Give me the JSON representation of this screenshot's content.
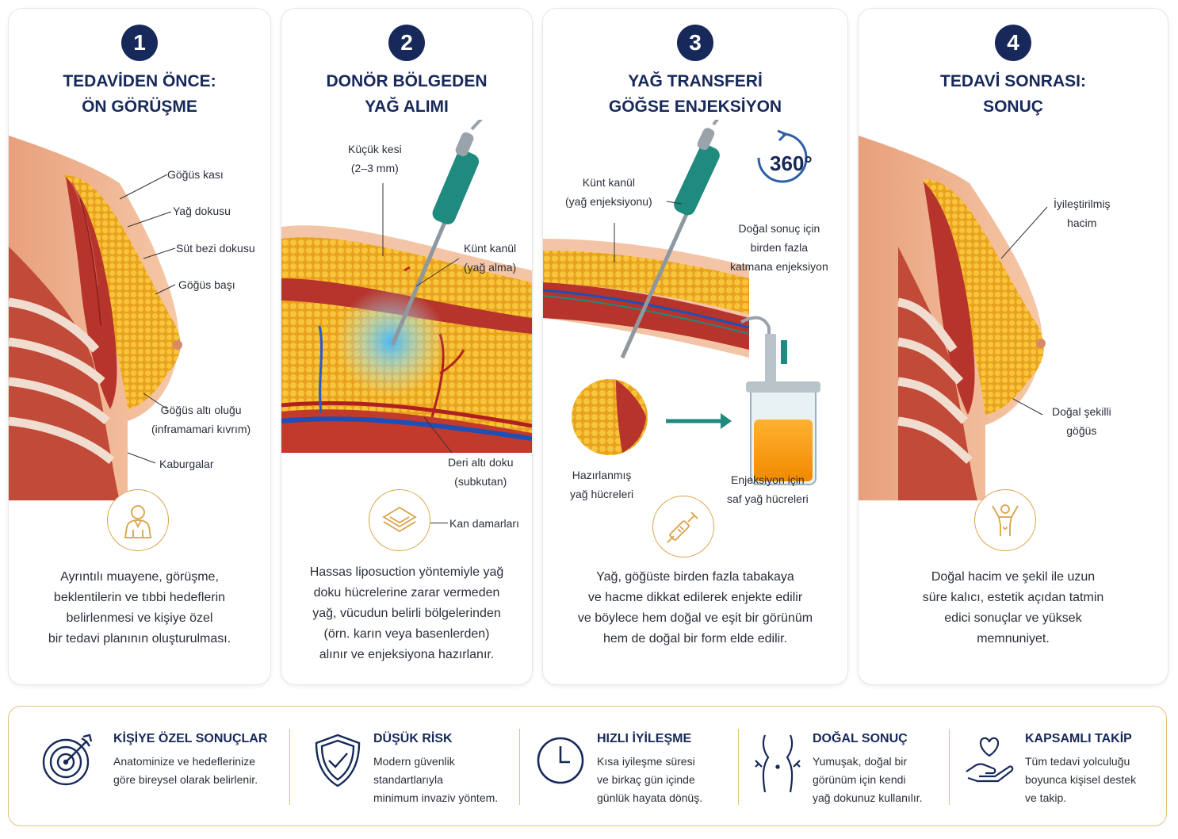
{
  "colors": {
    "navy": "#17295a",
    "gold": "#d9a24a",
    "teal": "#1f8a7e",
    "muscle": "#b6342b",
    "fat": "#f2b632"
  },
  "steps": [
    {
      "number": "1",
      "title": [
        "TEDAVİDEN ÖNCE:",
        "ÖN GÖRÜŞME"
      ],
      "labels": {
        "gogus_kasi": "Göğüs kası",
        "yag_dokusu": "Yağ dokusu",
        "sut_bezi": "Süt bezi dokusu",
        "gogus_basi": "Göğüs başı",
        "gogus_alti": [
          "Göğüs altı oluğu",
          "(inframamari kıvrım)"
        ],
        "kaburgalar": "Kaburgalar"
      },
      "icon": "person-icon",
      "description": [
        "Ayrıntılı muayene, görüşme,",
        "beklentilerin ve tıbbi hedeflerin",
        "belirlenmesi ve kişiye özel",
        "bir tedavi planının oluşturulması."
      ]
    },
    {
      "number": "2",
      "title": [
        "DONÖR BÖLGEDEN",
        "YAĞ ALIMI"
      ],
      "labels": {
        "kucuk_kesi": [
          "Küçük kesi",
          "(2–3 mm)"
        ],
        "kunt_kanul": [
          "Künt kanül",
          "(yağ alma)"
        ],
        "deri_alti": [
          "Deri altı doku",
          "(subkutan)"
        ],
        "kan_damarlari": "Kan damarları"
      },
      "icon": "layers-icon",
      "description": [
        "Hassas liposuction yöntemiyle yağ",
        "doku hücrelerine zarar vermeden",
        "yağ, vücudun belirli bölgelerinden",
        "(örn. karın veya basenlerden)",
        "alınır ve enjeksiyona hazırlanır."
      ]
    },
    {
      "number": "3",
      "title": [
        "YAĞ TRANSFERİ",
        "GÖĞSE ENJEKSİYON"
      ],
      "labels": {
        "badge": "360°",
        "kunt_kanul": [
          "Künt kanül",
          "(yağ enjeksiyonu)"
        ],
        "dogal_sonuc": [
          "Doğal sonuç için",
          "birden fazla",
          "katmana enjeksiyon"
        ],
        "hazirlanmis": [
          "Hazırlanmış",
          "yağ hücreleri"
        ],
        "saf_yag": [
          "Enjeksiyon için",
          "saf yağ hücreleri"
        ]
      },
      "icon": "syringe-icon",
      "description": [
        "Yağ, göğüste birden fazla tabakaya",
        "ve hacme dikkat edilerek enjekte edilir",
        "ve böylece hem doğal ve eşit bir görünüm",
        "hem de doğal bir form elde edilir."
      ]
    },
    {
      "number": "4",
      "title": [
        "TEDAVİ SONRASI:",
        "SONUÇ"
      ],
      "labels": {
        "iyilestirilmis": [
          "İyileştirilmiş",
          "hacim"
        ],
        "dogal_sekilli": [
          "Doğal şekilli",
          "göğüs"
        ]
      },
      "icon": "happy-person-icon",
      "description": [
        "Doğal hacim ve şekil ile uzun",
        "süre kalıcı, estetik açıdan tatmin",
        "edici sonuçlar ve yüksek",
        "memnuniyet."
      ]
    }
  ],
  "features": [
    {
      "icon": "target-icon",
      "title": "KİŞİYE ÖZEL SONUÇLAR",
      "text": [
        "Anatominize ve hedeflerinize",
        "göre bireysel olarak belirlenir."
      ]
    },
    {
      "icon": "shield-check-icon",
      "title": "DÜŞÜK RİSK",
      "text": [
        "Modern güvenlik",
        "standartlarıyla",
        "minimum invaziv yöntem."
      ]
    },
    {
      "icon": "clock-icon",
      "title": "HIZLI İYİLEŞME",
      "text": [
        "Kısa iyileşme süresi",
        "ve birkaç gün içinde",
        "günlük hayata dönüş."
      ]
    },
    {
      "icon": "body-silhouette-icon",
      "title": "DOĞAL SONUÇ",
      "text": [
        "Yumuşak, doğal bir",
        "görünüm için kendi",
        "yağ dokunuz kullanılır."
      ]
    },
    {
      "icon": "heart-hand-icon",
      "title": "KAPSAMLI TAKİP",
      "text": [
        "Tüm tedavi yolculuğu",
        "boyunca kişisel destek",
        "ve takip."
      ]
    }
  ]
}
